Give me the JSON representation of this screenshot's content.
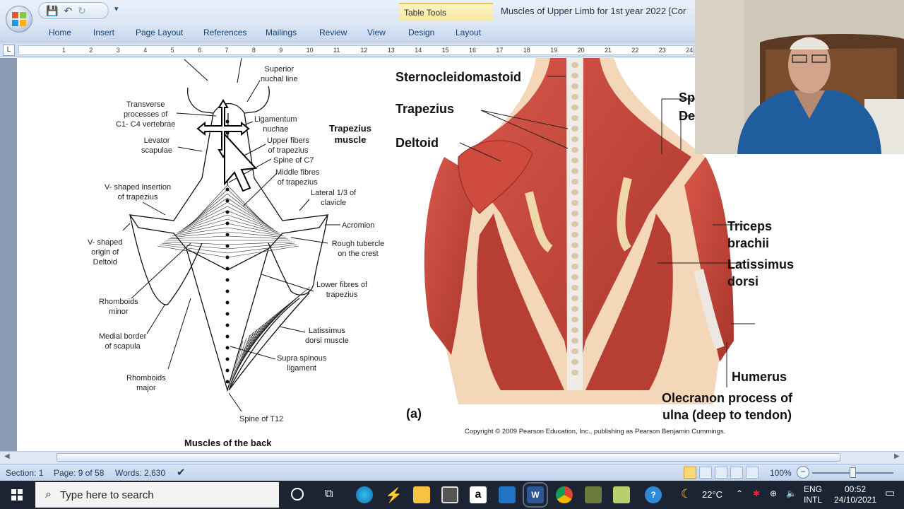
{
  "window": {
    "title": "Muscles of Upper Limb  for 1st year 2022 [Cor",
    "contextual_tab": "Table Tools"
  },
  "ribbon": {
    "tabs": [
      "Home",
      "Insert",
      "Page Layout",
      "References",
      "Mailings",
      "Review",
      "View",
      "Design",
      "Layout"
    ]
  },
  "ruler": {
    "corner": "L",
    "numbers": [
      "1",
      "2",
      "3",
      "4",
      "5",
      "6",
      "7",
      "8",
      "9",
      "10",
      "11",
      "12",
      "13",
      "14",
      "15",
      "16",
      "17",
      "18",
      "19",
      "20",
      "21",
      "22",
      "23",
      "24"
    ]
  },
  "figure_left": {
    "labels": {
      "superior_nuchal_line": "Superior\nnuchal line",
      "transverse_processes": "Transverse\nprocesses of\nC1- C4 vertebrae",
      "ligamentum_nuchae": "Ligamentum\nnuchae",
      "trapezius_muscle": "Trapezius\nmuscle",
      "levator_scapulae": "Levator\nscapulae",
      "upper_fibers": "Upper fibers\nof trapezius",
      "spine_c7": "Spine of C7",
      "middle_fibres": "Middle fibres\nof trapezius",
      "v_shaped_insertion": "V- shaped insertion\nof trapezius",
      "lateral_clavicle": "Lateral 1/3 of\nclavicle",
      "acromion": "Acromion",
      "v_shaped_origin": "V- shaped\norigin of\nDeltoid",
      "rough_tubercle": "Rough tubercle\non the crest",
      "rhomboids_minor": "Rhomboids\nminor",
      "lower_fibres": "Lower fibres of\ntrapezius",
      "medial_border": "Medial border\nof scapula",
      "latissimus_dorsi_muscle": "Latissimus\ndorsi muscle",
      "supra_spinous": "Supra spinous\nligament",
      "rhomboids_major": "Rhomboids\nmajor",
      "spine_t12": "Spine of T12",
      "caption": "Muscles of the back"
    }
  },
  "figure_right": {
    "labels": {
      "sternocleidomastoid": "Sternocleidomastoid",
      "trapezius": "Trapezius",
      "deltoid": "Deltoid",
      "sp": "Sp",
      "de": "De",
      "triceps": "Triceps\nbrachii",
      "latissimus": "Latissimus\ndorsi",
      "humerus": "Humerus",
      "olecranon": "Olecranon process of\nulna (deep to tendon)",
      "panel": "(a)",
      "copyright": "Copyright © 2009 Pearson Education, Inc., publishing as Pearson Benjamin Cummings."
    }
  },
  "status_bar": {
    "section": "Section: 1",
    "page": "Page: 9 of 58",
    "words": "Words: 2,630",
    "zoom": "100%"
  },
  "taskbar": {
    "search_placeholder": "Type here to search",
    "weather": "22°C",
    "lang_top": "ENG",
    "lang_bottom": "INTL",
    "time": "00:52",
    "date": "24/10/2021"
  },
  "colors": {
    "muscle": "#c9473a",
    "muscle_dark": "#9e2f26",
    "bone": "#f0d9a8",
    "tendon": "#e9e4de",
    "ribbon": "#c7d7ee",
    "taskbar": "#1c2434"
  }
}
